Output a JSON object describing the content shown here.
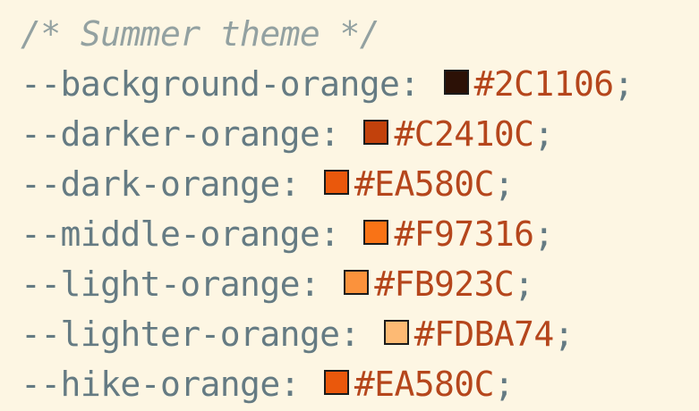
{
  "comment": "/* Summer theme */",
  "variables": [
    {
      "name": "--background-orange",
      "value": "#2C1106",
      "swatch": "#2C1106"
    },
    {
      "name": "--darker-orange",
      "value": "#C2410C",
      "swatch": "#C2410C"
    },
    {
      "name": "--dark-orange",
      "value": "#EA580C",
      "swatch": "#EA580C"
    },
    {
      "name": "--middle-orange",
      "value": "#F97316",
      "swatch": "#F97316"
    },
    {
      "name": "--light-orange",
      "value": "#FB923C",
      "swatch": "#FB923C"
    },
    {
      "name": "--lighter-orange",
      "value": "#FDBA74",
      "swatch": "#FDBA74"
    },
    {
      "name": "--hike-orange",
      "value": "#EA580C",
      "swatch": "#EA580C"
    }
  ],
  "punctuation": {
    "colon": ":",
    "semicolon": ";"
  },
  "theme_colors": {
    "background": "#fdf6e3",
    "text": "#657b83",
    "comment": "#93a1a1",
    "value": "#b5461c"
  }
}
